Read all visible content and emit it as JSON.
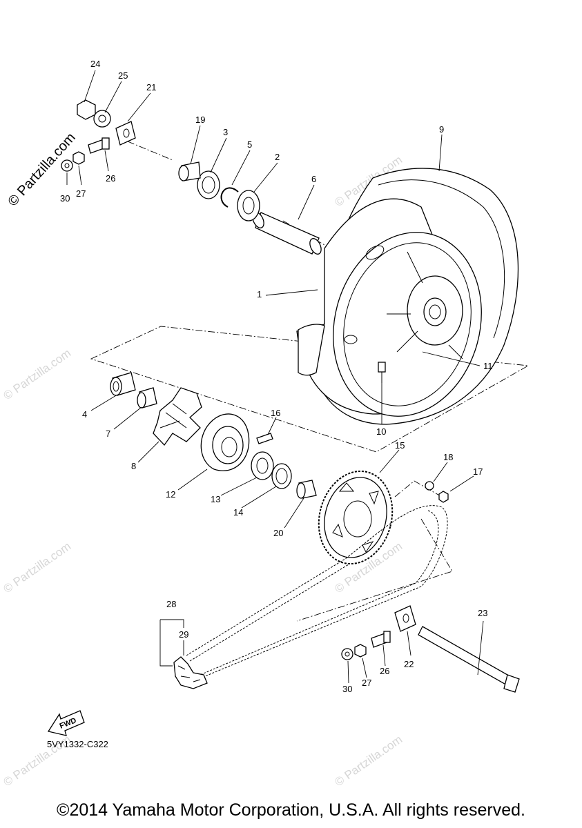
{
  "watermark": "© Partzilla.com",
  "diagram_code": "5VY1332-C322",
  "fwd_label": "FWD",
  "copyright": "©2014 Yamaha Motor Corporation, U.S.A. All rights reserved.",
  "callouts": {
    "n1": "1",
    "n2": "2",
    "n3": "3",
    "n4": "4",
    "n5": "5",
    "n6": "6",
    "n7": "7",
    "n8": "8",
    "n9": "9",
    "n10": "10",
    "n11": "11",
    "n12": "12",
    "n13": "13",
    "n14": "14",
    "n15": "15",
    "n16": "16",
    "n17": "17",
    "n18": "18",
    "n19": "19",
    "n20": "20",
    "n21": "21",
    "n22": "22",
    "n23": "23",
    "n24": "24",
    "n25": "25",
    "n26a": "26",
    "n27a": "27",
    "n30a": "30",
    "n26b": "26",
    "n27b": "27",
    "n30b": "30",
    "n28": "28",
    "n29": "29"
  }
}
